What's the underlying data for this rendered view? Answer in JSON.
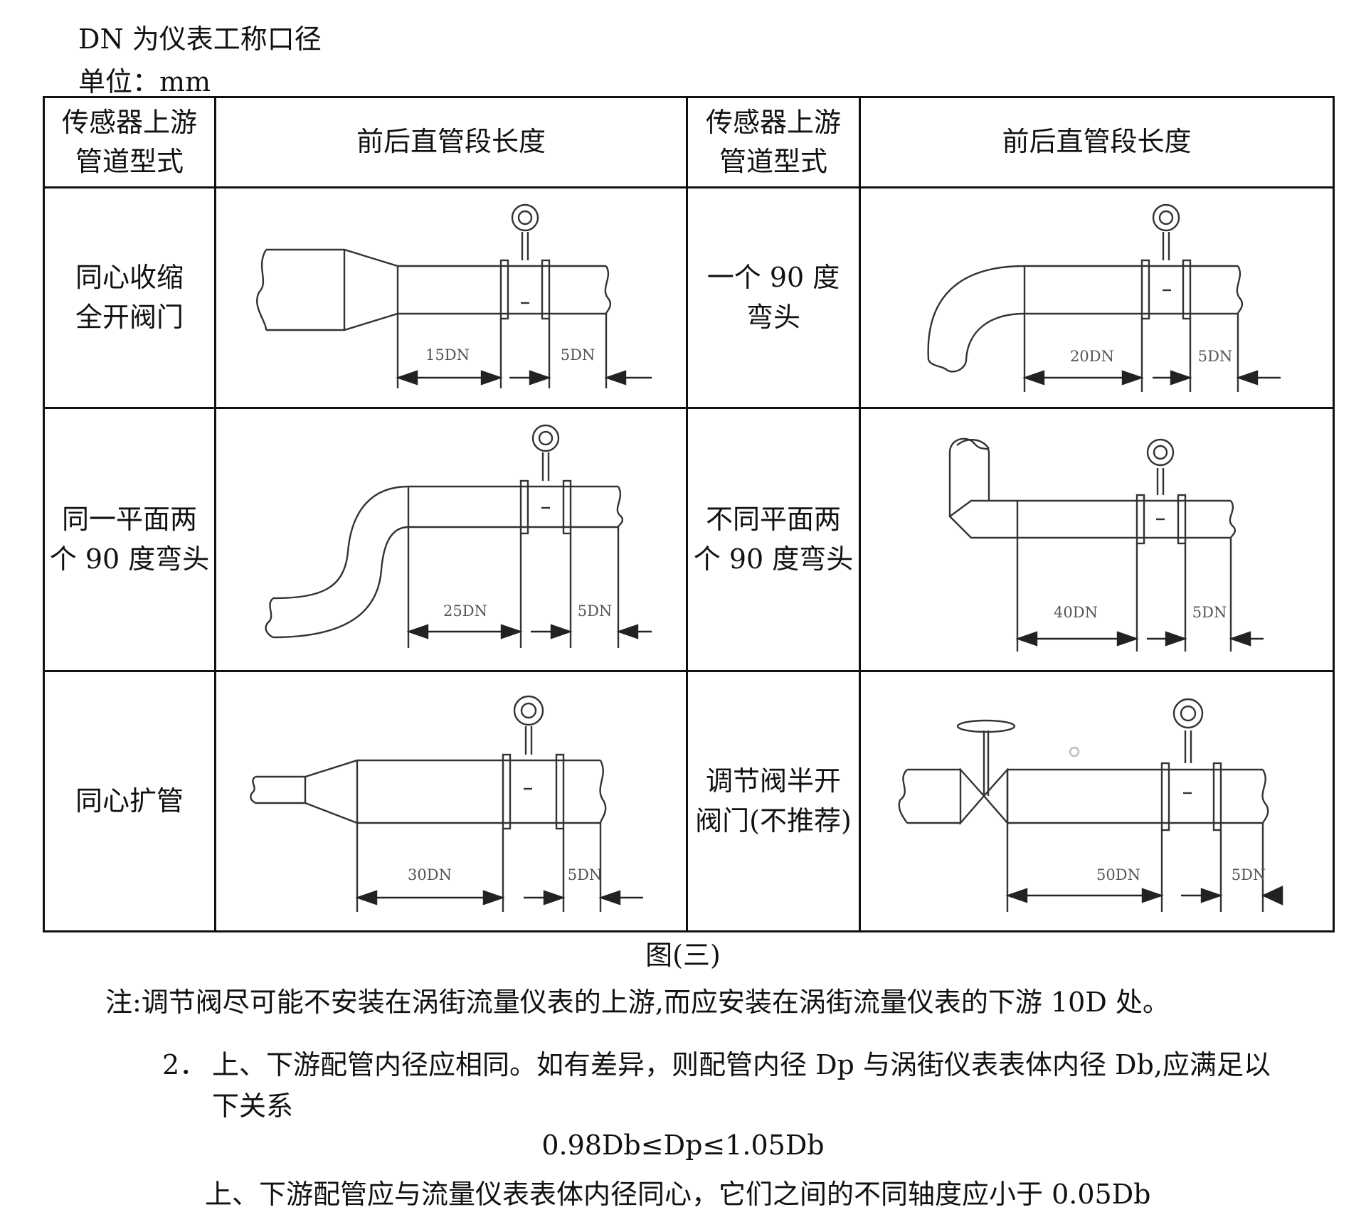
{
  "header": {
    "dn_note": "DN 为仪表工称口径",
    "unit": "单位：mm"
  },
  "table": {
    "headers": [
      "传感器上游\n管道型式",
      "前后直管段长度",
      "传感器上游\n管道型式",
      "前后直管段长度"
    ],
    "rows": [
      {
        "left_type": "同心收缩\n全开阀门",
        "left_up": "15DN",
        "left_down": "5DN",
        "right_type": "一个 90 度\n弯头",
        "right_up": "20DN",
        "right_down": "5DN"
      },
      {
        "left_type": "同一平面两\n个 90 度弯头",
        "left_up": "25DN",
        "left_down": "5DN",
        "right_type": "不同平面两\n个 90 度弯头",
        "right_up": "40DN",
        "right_down": "5DN"
      },
      {
        "left_type": "同心扩管",
        "left_up": "30DN",
        "left_down": "5DN",
        "right_type": "调节阀半开\n阀门(不推荐)",
        "right_up": "50DN",
        "right_down": "5DN"
      }
    ]
  },
  "caption": "图(三)",
  "note": "注:调节阀尽可能不安装在涡街流量仪表的上游,而应安装在涡街流量仪表的下游 10D 处。",
  "item2": {
    "number": "2．",
    "line1": "上、下游配管内径应相同。如有差异，则配管内径 Dp 与涡街仪表表体内径 Db,应满足以",
    "line2": "下关系"
  },
  "formula": "0.98Db≤Dp≤1.05Db",
  "last_line": "上、下游配管应与流量仪表表体内径同心，它们之间的不同轴度应小于 0.05Db"
}
